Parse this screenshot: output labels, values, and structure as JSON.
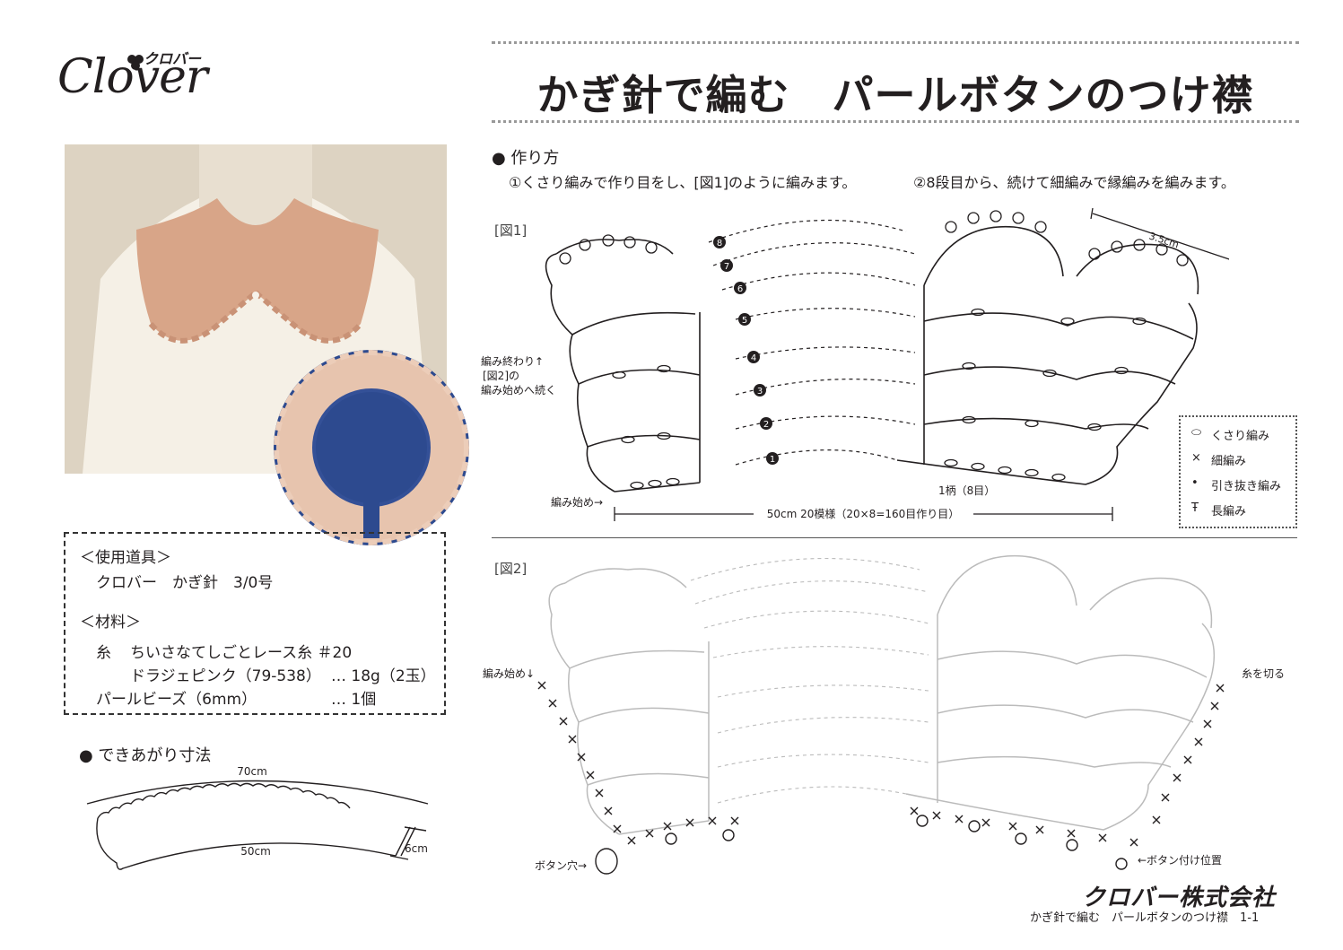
{
  "brand": {
    "logo_text": "Clover",
    "logo_jp": "クロバー",
    "company": "クロバー株式会社"
  },
  "title": "かぎ針で編む　パールボタンのつけ襟",
  "method": {
    "heading": "● 作り方",
    "step1": "①くさり編みで作り目をし、[図1]のように編みます。",
    "step2": "②8段目から、続けて細編みで縁編みを編みます。"
  },
  "fig1": {
    "label": "[図1]",
    "size_label": "3.5cm",
    "end_note_1": "編み終わり↑",
    "end_note_2": "[図2]の",
    "end_note_3": "編み始めへ続く",
    "start_label": "編み始め→",
    "width_label": "50cm 20模様（20×8=160目作り目）",
    "repeat_label": "1柄（8目）",
    "rows": [
      "1",
      "2",
      "3",
      "4",
      "5",
      "6",
      "7",
      "8"
    ]
  },
  "legend": [
    {
      "symbol": "⬭",
      "label": "くさり編み"
    },
    {
      "symbol": "×",
      "label": "細編み"
    },
    {
      "symbol": "•",
      "label": "引き抜き編み"
    },
    {
      "symbol": "Ŧ",
      "label": "長編み"
    }
  ],
  "fig2": {
    "label": "[図2]",
    "start_label": "編み始め↓",
    "cut_label": "糸を切る",
    "button_hole": "ボタン穴→",
    "button_pos": "←ボタン付け位置"
  },
  "tools": {
    "tools_heading": "＜使用道具＞",
    "tool_item": "クロバー　かぎ針　3/0号",
    "materials_heading": "＜材料＞",
    "yarn_label": "糸",
    "yarn_name": "ちいさなてしごとレース糸 ＃20",
    "yarn_color": "ドラジェピンク（79-538）",
    "yarn_qty": "… 18g（2玉）",
    "bead_name": "パールビーズ（6mm）",
    "bead_qty": "… 1個"
  },
  "finished": {
    "heading": "● できあがり寸法",
    "outer": "70cm",
    "inner": "50cm",
    "depth": "6cm"
  },
  "footer": "かぎ針で編む　パールボタンのつけ襟　1-1",
  "colors": {
    "photo_bg": "#e9e1d2",
    "lace": "#d9a98c",
    "circle_bg": "#2d4a8f",
    "chart_grey": "#bbbbbb"
  }
}
